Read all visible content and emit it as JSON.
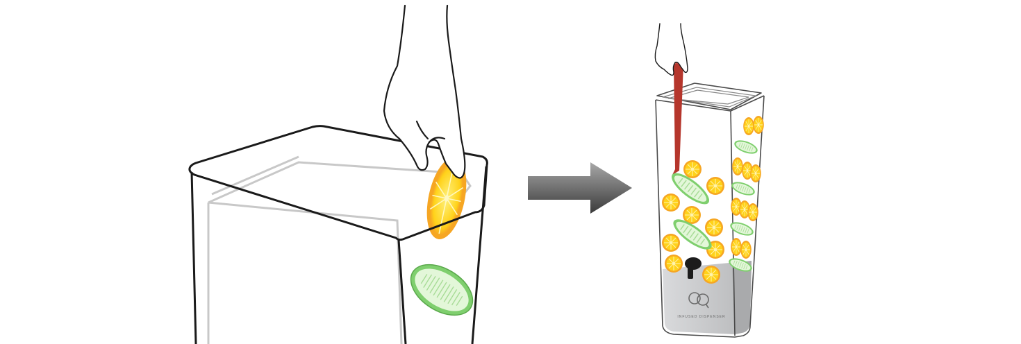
{
  "illustration": {
    "steps": [
      {
        "id": "step-1-place-fruit-on-side"
      },
      {
        "id": "step-2-insert-divider"
      }
    ],
    "logo": {
      "mark": "CQ",
      "caption": "INFUSED DISPENSER"
    },
    "colors": {
      "outline": "#1a1a1a",
      "inner_outline": "#c8c8c8",
      "lemon_rind": "#f6a623",
      "lemon_flesh": "#ffd21a",
      "cucumber_skin": "#7fcf6e",
      "cucumber_flesh": "#e3f7d9",
      "divider": "#b5362c",
      "arrow_dark": "#3a3a3a",
      "arrow_light": "#9a9a9a",
      "base_grey": "#c9cacc",
      "spigot": "#1c1c1c"
    }
  }
}
